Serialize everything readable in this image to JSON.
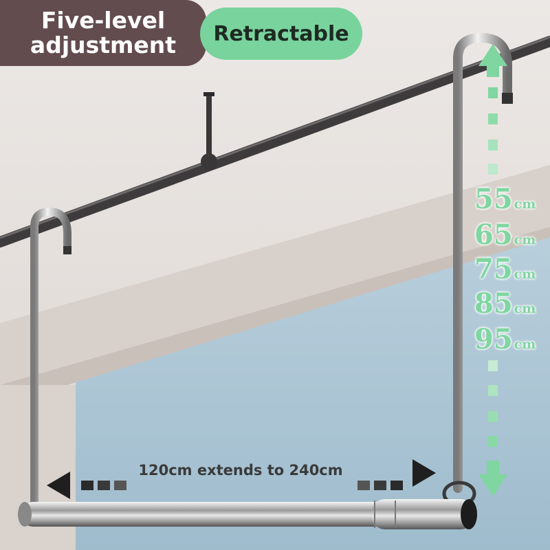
{
  "badges": {
    "five_level_line1": "Five-level",
    "five_level_line2": "adjustment",
    "retractable": "Retractable"
  },
  "width_annotation": "120cm extends to 240cm",
  "height_levels": [
    {
      "value": "55",
      "unit": "cm"
    },
    {
      "value": "65",
      "unit": "cm"
    },
    {
      "value": "75",
      "unit": "cm"
    },
    {
      "value": "85",
      "unit": "cm"
    },
    {
      "value": "95",
      "unit": "cm"
    }
  ],
  "colors": {
    "accent_green": "#7fd6a0",
    "badge_dark": "#5c4648",
    "badge_green": "#79d39d",
    "sky": "#a9c3d4",
    "ceiling": "#e9e4e0"
  }
}
